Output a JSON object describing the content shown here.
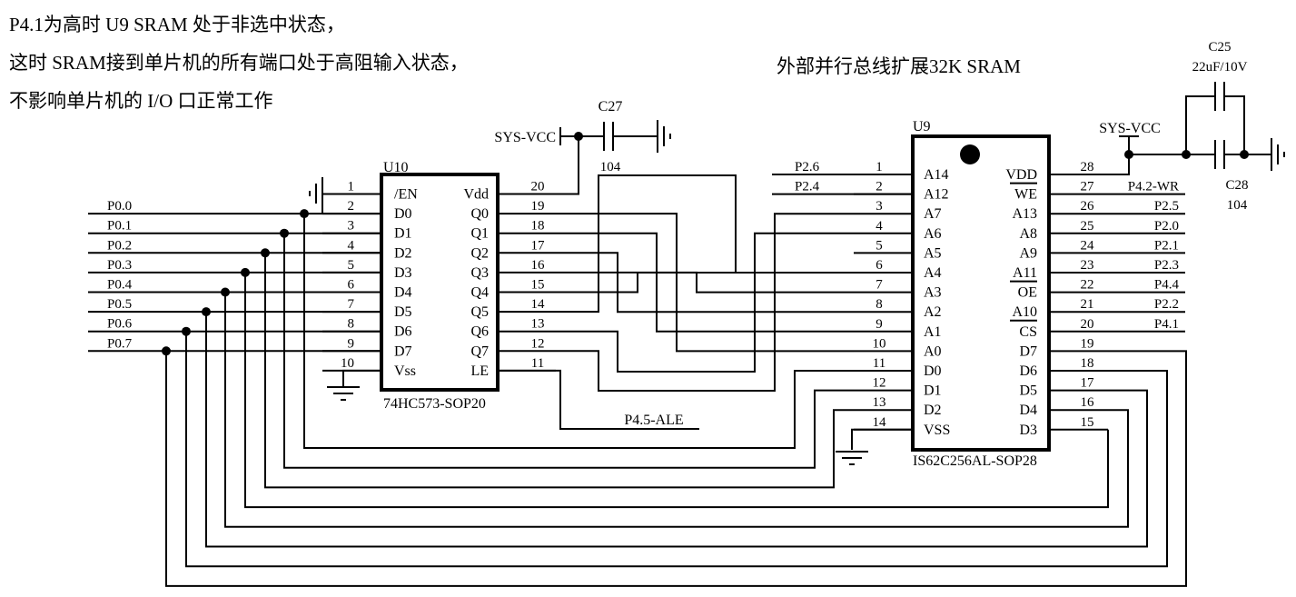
{
  "notes": [
    "P4.1为高时 U9 SRAM 处于非选中状态，",
    "这时 SRAM接到单片机的所有端口处于高阻输入状态，",
    "不影响单片机的 I/O 口正常工作"
  ],
  "title": "外部并行总线扩展32K SRAM",
  "u10": {
    "ref": "U10",
    "part": "74HC573-SOP20",
    "left_pins": [
      {
        "num": "1",
        "name": "/EN"
      },
      {
        "num": "2",
        "name": "D0"
      },
      {
        "num": "3",
        "name": "D1"
      },
      {
        "num": "4",
        "name": "D2"
      },
      {
        "num": "5",
        "name": "D3"
      },
      {
        "num": "6",
        "name": "D4"
      },
      {
        "num": "7",
        "name": "D5"
      },
      {
        "num": "8",
        "name": "D6"
      },
      {
        "num": "9",
        "name": "D7"
      },
      {
        "num": "10",
        "name": "Vss"
      }
    ],
    "right_pins": [
      {
        "num": "20",
        "name": "Vdd"
      },
      {
        "num": "19",
        "name": "Q0"
      },
      {
        "num": "18",
        "name": "Q1"
      },
      {
        "num": "17",
        "name": "Q2"
      },
      {
        "num": "16",
        "name": "Q3"
      },
      {
        "num": "15",
        "name": "Q4"
      },
      {
        "num": "14",
        "name": "Q5"
      },
      {
        "num": "13",
        "name": "Q6"
      },
      {
        "num": "12",
        "name": "Q7"
      },
      {
        "num": "11",
        "name": "LE"
      }
    ]
  },
  "u9": {
    "ref": "U9",
    "part": "IS62C256AL-SOP28",
    "left_pins": [
      {
        "num": "1",
        "name": "A14"
      },
      {
        "num": "2",
        "name": "A12"
      },
      {
        "num": "3",
        "name": "A7"
      },
      {
        "num": "4",
        "name": "A6"
      },
      {
        "num": "5",
        "name": "A5"
      },
      {
        "num": "6",
        "name": "A4"
      },
      {
        "num": "7",
        "name": "A3"
      },
      {
        "num": "8",
        "name": "A2"
      },
      {
        "num": "9",
        "name": "A1"
      },
      {
        "num": "10",
        "name": "A0"
      },
      {
        "num": "11",
        "name": "D0"
      },
      {
        "num": "12",
        "name": "D1"
      },
      {
        "num": "13",
        "name": "D2"
      },
      {
        "num": "14",
        "name": "VSS"
      }
    ],
    "right_pins": [
      {
        "num": "28",
        "name": "VDD",
        "overbar": false
      },
      {
        "num": "27",
        "name": "WE",
        "overbar": true
      },
      {
        "num": "26",
        "name": "A13",
        "overbar": false
      },
      {
        "num": "25",
        "name": "A8",
        "overbar": false
      },
      {
        "num": "24",
        "name": "A9",
        "overbar": false
      },
      {
        "num": "23",
        "name": "A11",
        "overbar": false
      },
      {
        "num": "22",
        "name": "OE",
        "overbar": true
      },
      {
        "num": "21",
        "name": "A10",
        "overbar": false
      },
      {
        "num": "20",
        "name": "CS",
        "overbar": true
      },
      {
        "num": "19",
        "name": "D7",
        "overbar": false
      },
      {
        "num": "18",
        "name": "D6",
        "overbar": false
      },
      {
        "num": "17",
        "name": "D5",
        "overbar": false
      },
      {
        "num": "16",
        "name": "D4",
        "overbar": false
      },
      {
        "num": "15",
        "name": "D3",
        "overbar": false
      }
    ]
  },
  "nets": {
    "p0": [
      "P0.0",
      "P0.1",
      "P0.2",
      "P0.3",
      "P0.4",
      "P0.5",
      "P0.6",
      "P0.7"
    ],
    "u9_left": [
      "P2.6",
      "P2.4"
    ],
    "u9_right": [
      "P4.2-WR",
      "P2.5",
      "P2.0",
      "P2.1",
      "P2.3",
      "P4.4",
      "P2.2",
      "P4.1"
    ],
    "ale": "P4.5-ALE",
    "vcc1": "SYS-VCC",
    "vcc2": "SYS-VCC"
  },
  "caps": {
    "c27": {
      "ref": "C27",
      "value": "104"
    },
    "c25": {
      "ref": "C25",
      "value": "22uF/10V"
    },
    "c28": {
      "ref": "C28",
      "value": "104"
    }
  }
}
